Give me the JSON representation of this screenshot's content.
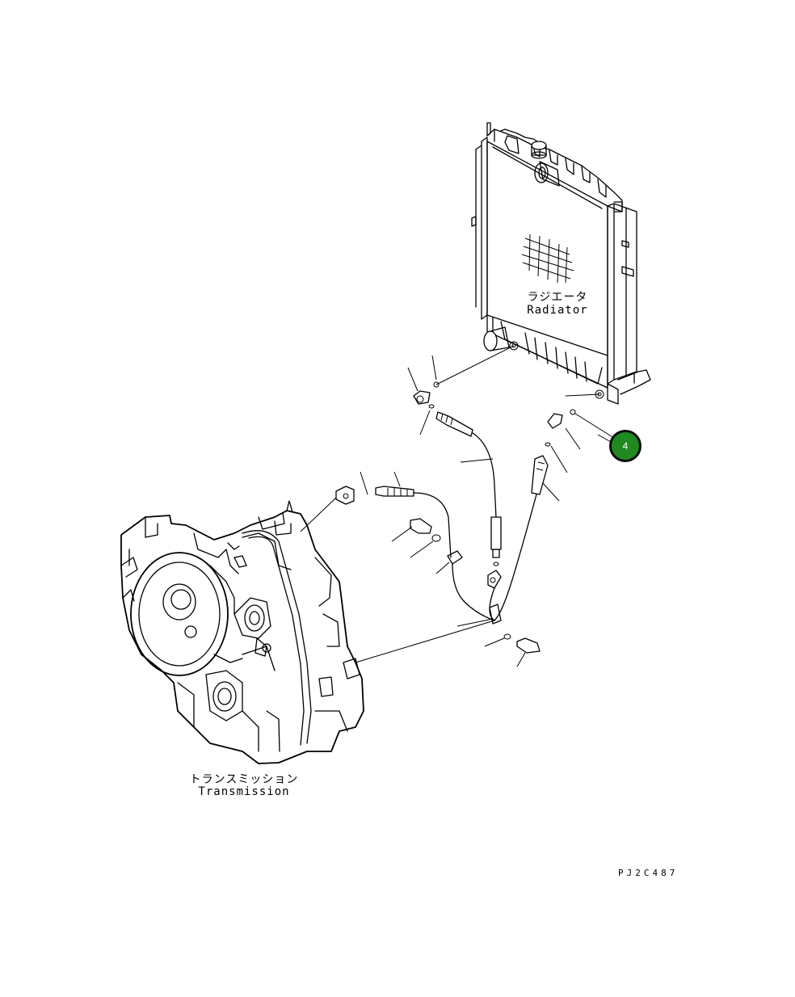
{
  "labels": {
    "radiator_jp": "ラジエータ",
    "radiator_en": "Radiator",
    "transmission_jp": "トランスミッション",
    "transmission_en": "Transmission"
  },
  "callout": {
    "number": "4",
    "color": "#1f8a1f"
  },
  "drawing_code": "PJ2C487"
}
